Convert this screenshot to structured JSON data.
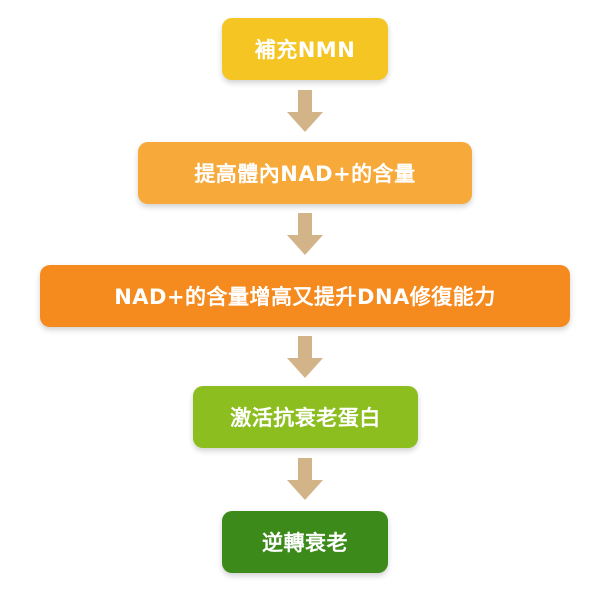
{
  "flowchart": {
    "steps": [
      {
        "label": "補充NMN",
        "color": "#F5C523"
      },
      {
        "label": "提高體內NAD+的含量",
        "color": "#F7A93A"
      },
      {
        "label": "NAD+的含量增高又提升DNA修復能力",
        "color": "#F58A1F"
      },
      {
        "label": "激活抗衰老蛋白",
        "color": "#8BBE1E"
      },
      {
        "label": "逆轉衰老",
        "color": "#3C8A1A"
      }
    ],
    "arrow_color": "#D3B488"
  }
}
